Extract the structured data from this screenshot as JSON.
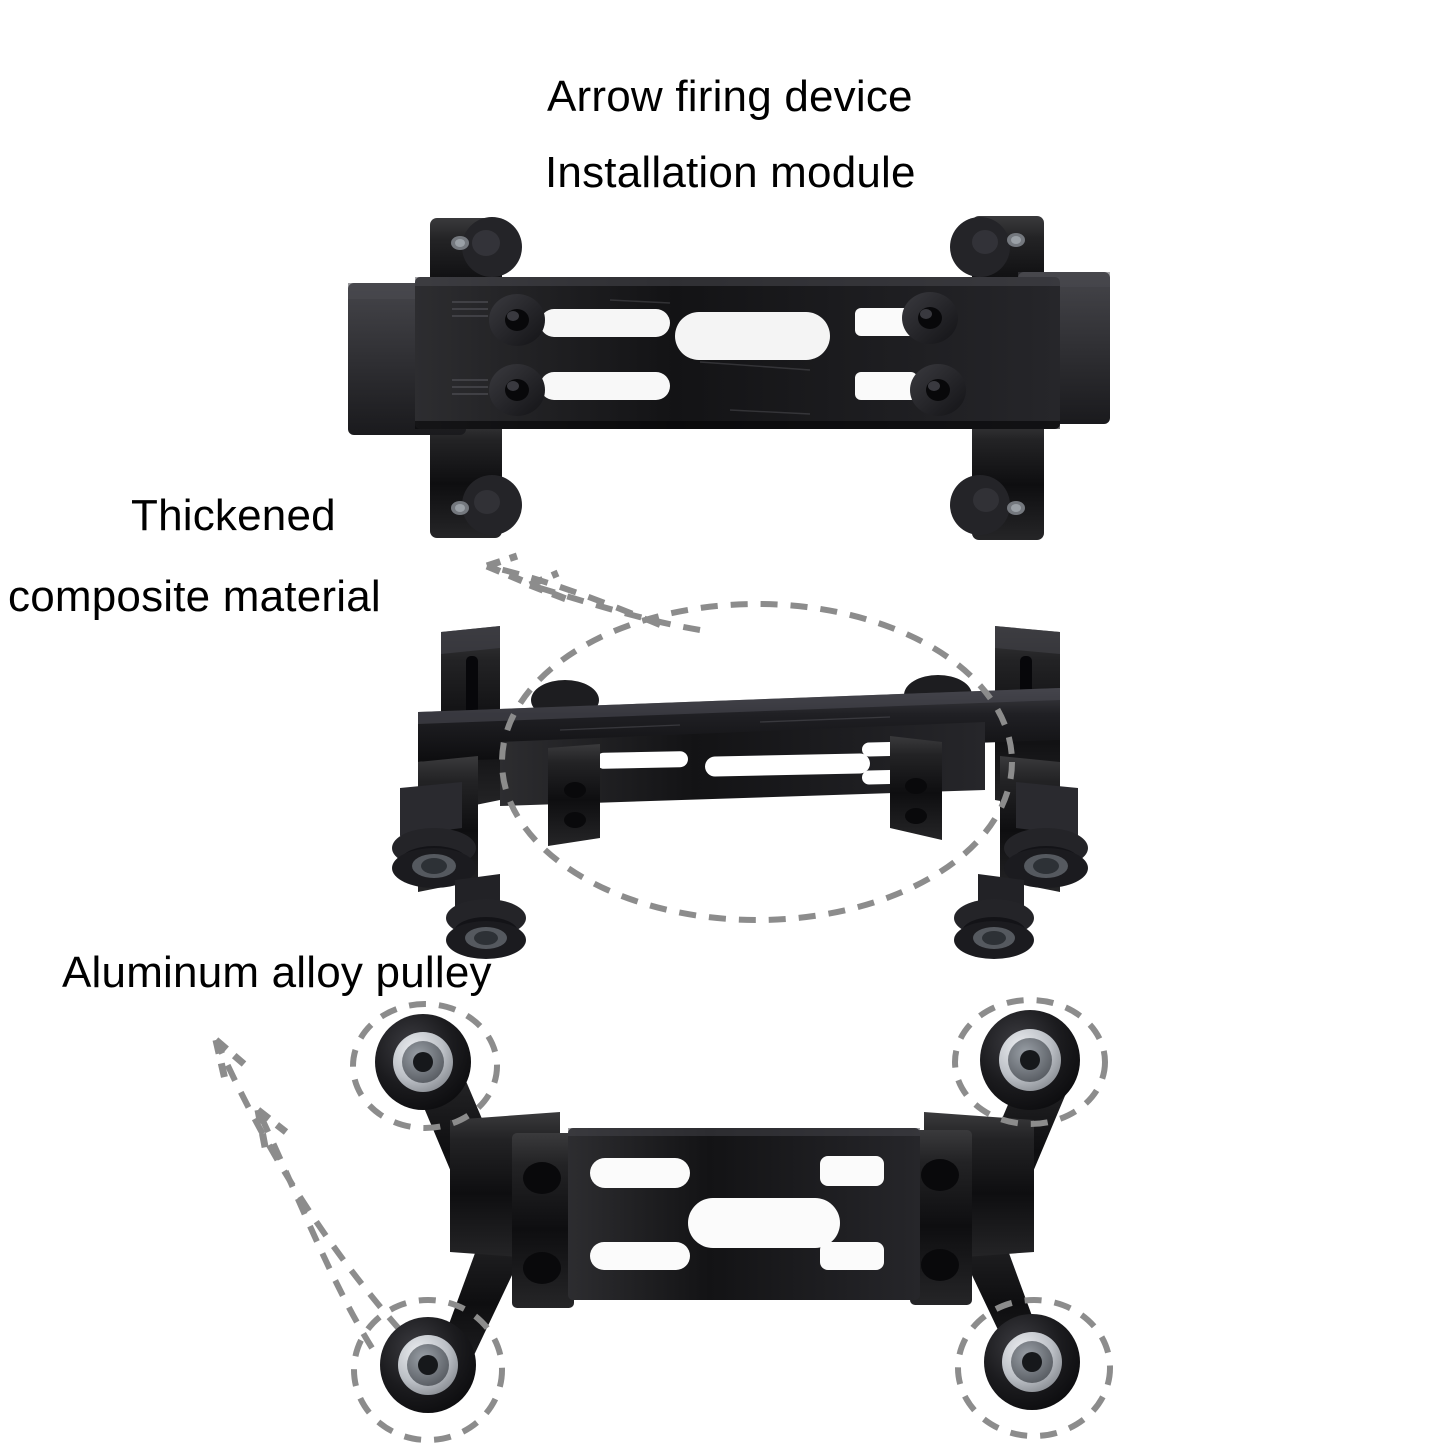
{
  "page": {
    "background_color": "#ffffff",
    "text_color": "#000000",
    "annotation_color": "#8c8c8c",
    "product_color": "#141414"
  },
  "title": {
    "line1": "Arrow firing device",
    "line2": "Installation module"
  },
  "callouts": [
    {
      "id": "material",
      "line1": "Thickened",
      "line2": "composite material",
      "target": "middle-assembly-body",
      "marker": "dashed-ellipse",
      "arrows": 2,
      "arrow_direction": "up-left"
    },
    {
      "id": "pulley",
      "line1": "Aluminum alloy pulley",
      "target": "bottom-assembly-pulleys",
      "marker": "dashed-ellipse",
      "arrows": 2,
      "arrow_direction": "up-left"
    }
  ],
  "views": [
    {
      "id": "top-view",
      "name": "mounting-bracket-top-view",
      "description": "Black arrow firing device installation module, top-down view: rectangular slotted plate with four countersunk bolts, central oblong cutout and four pulley arms.",
      "bolts": 4,
      "slots": 4,
      "center_hole": "oblong",
      "pulleys_visible": 4
    },
    {
      "id": "middle-view",
      "name": "mounting-bracket-perspective-view",
      "description": "Three-quarter perspective view showing thickened composite body rail, side brackets and four V-groove aluminum alloy pulleys on the underside.",
      "pulleys_visible": 4,
      "highlight": "dashed-ellipse-around-body"
    },
    {
      "id": "bottom-view",
      "name": "mounting-bracket-pulley-view",
      "description": "Underside view: slotted centre plate with oblong hole, two side plates with oval holes, four diagonal arms each terminating in an aluminum alloy pulley.",
      "pulleys_visible": 4,
      "pulley_highlights": 4
    }
  ],
  "pulley": {
    "name": "aluminum-alloy-pulley",
    "tire_color": "#1b1b1d",
    "bearing_color": "#c9ccd1",
    "hub_color": "#6e7278",
    "count_per_unit": 4
  }
}
